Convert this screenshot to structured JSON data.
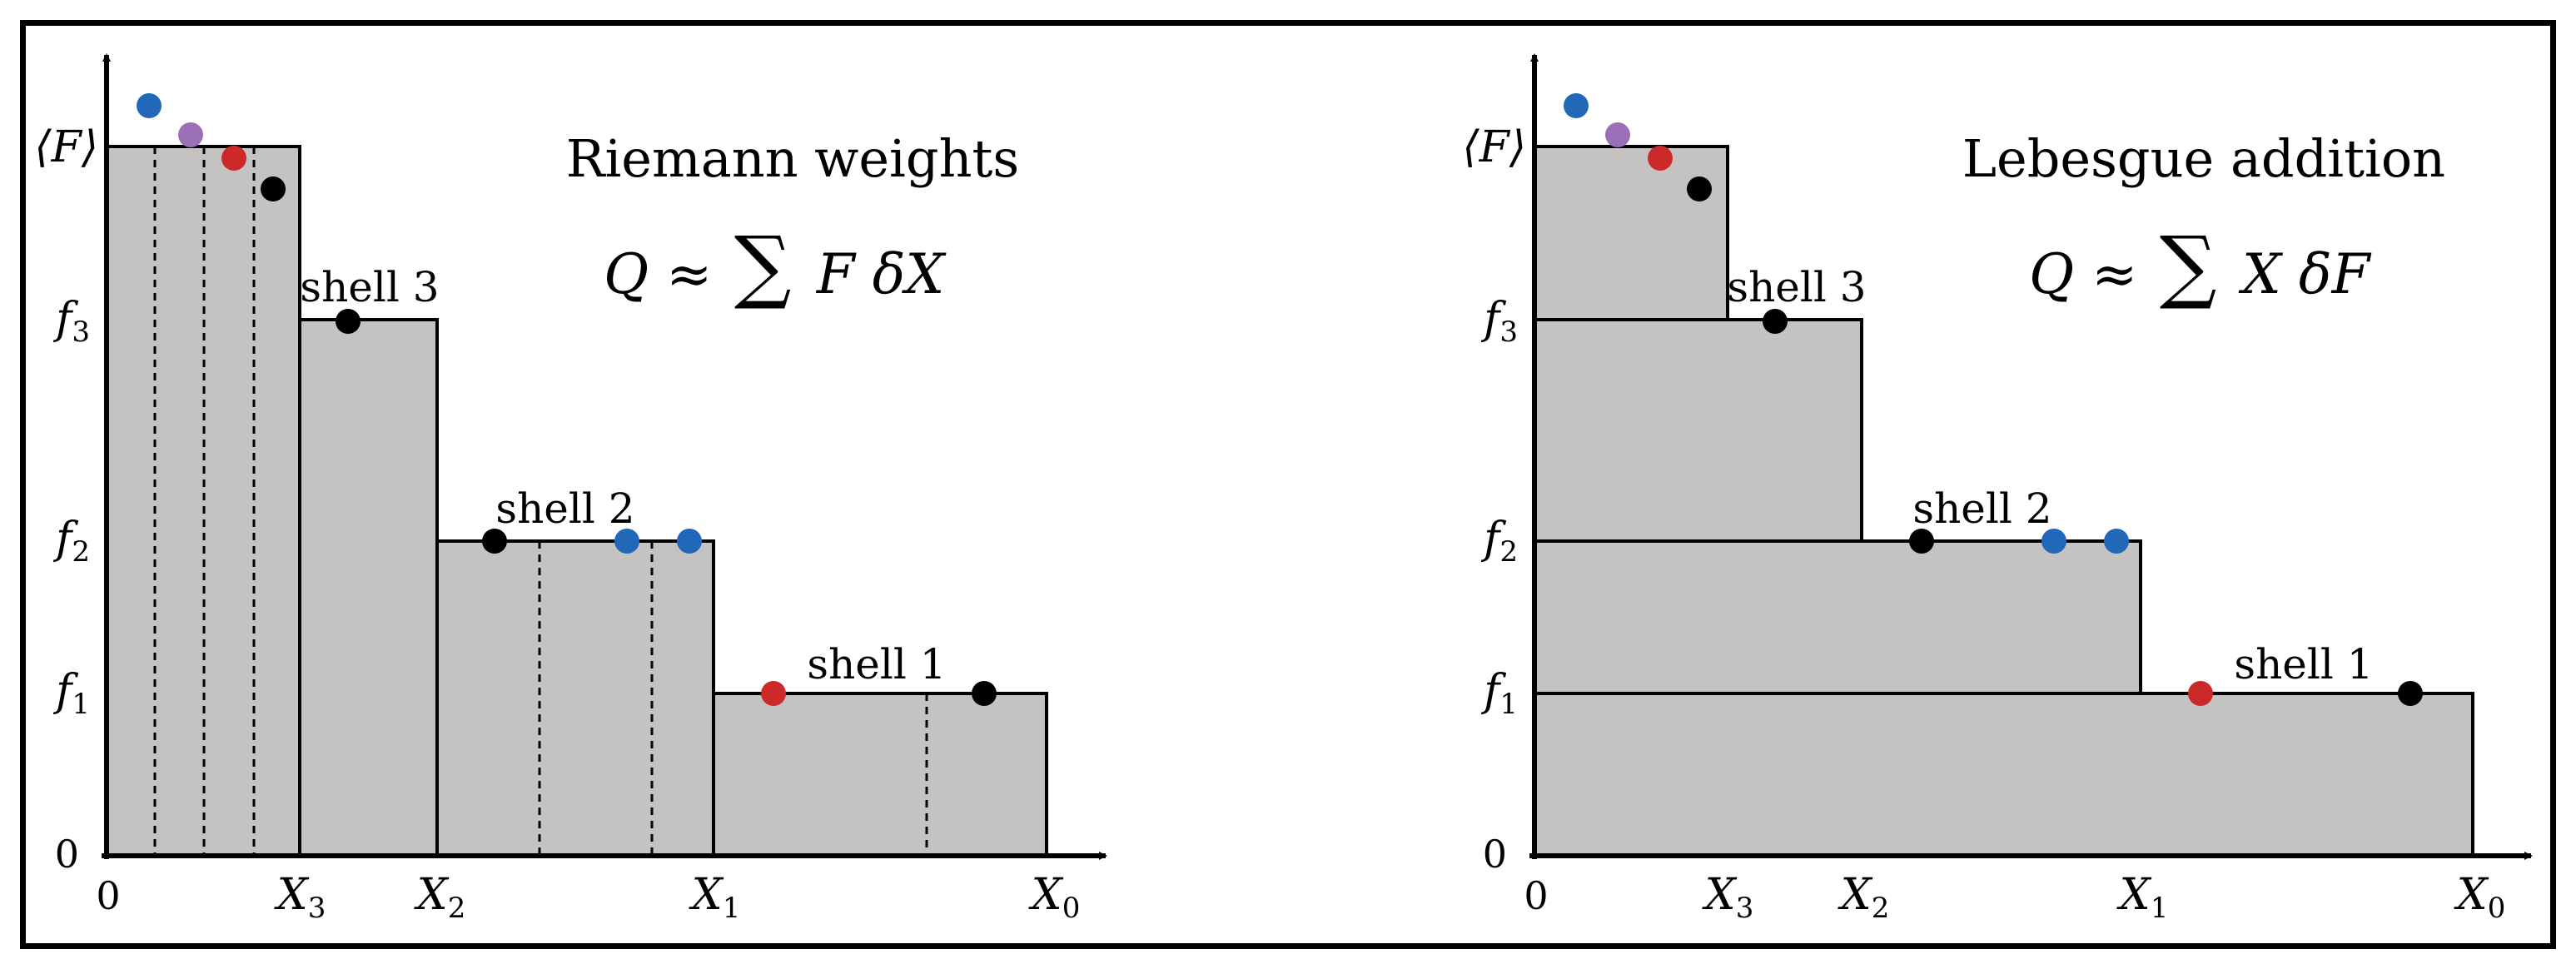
{
  "colors": {
    "fill": "#c4c3c2",
    "stroke": "#000000",
    "blue": "#2268b8",
    "purple": "#9b6fb8",
    "red": "#cc2a2a",
    "black": "#000000"
  },
  "left_panel": {
    "title": "Riemann weights",
    "formula_lhs": "Q ≈",
    "formula_sum": "∑",
    "formula_rhs": "F δX",
    "y_ticks": {
      "mean_F": "⟨F⟩",
      "f3": "f",
      "f3_sub": "3",
      "f2": "f",
      "f2_sub": "2",
      "f1": "f",
      "f1_sub": "1",
      "zero": "0"
    },
    "x_ticks": {
      "zero": "0",
      "X3": "X",
      "X3_sub": "3",
      "X2": "X",
      "X2_sub": "2",
      "X1": "X",
      "X1_sub": "1",
      "X0": "X",
      "X0_sub": "0"
    },
    "shells": {
      "shell3": "shell 3",
      "shell2": "shell 2",
      "shell1": "shell 1"
    }
  },
  "right_panel": {
    "title": "Lebesgue addition",
    "formula_lhs": "Q ≈",
    "formula_sum": "∑",
    "formula_rhs": "X δF",
    "y_ticks": {
      "mean_F": "⟨F⟩",
      "f3": "f",
      "f3_sub": "3",
      "f2": "f",
      "f2_sub": "2",
      "f1": "f",
      "f1_sub": "1",
      "zero": "0"
    },
    "x_ticks": {
      "zero": "0",
      "X3": "X",
      "X3_sub": "3",
      "X2": "X",
      "X2_sub": "2",
      "X1": "X",
      "X1_sub": "1",
      "X0": "X",
      "X0_sub": "0"
    },
    "shells": {
      "shell3": "shell 3",
      "shell2": "shell 2",
      "shell1": "shell 1"
    }
  }
}
